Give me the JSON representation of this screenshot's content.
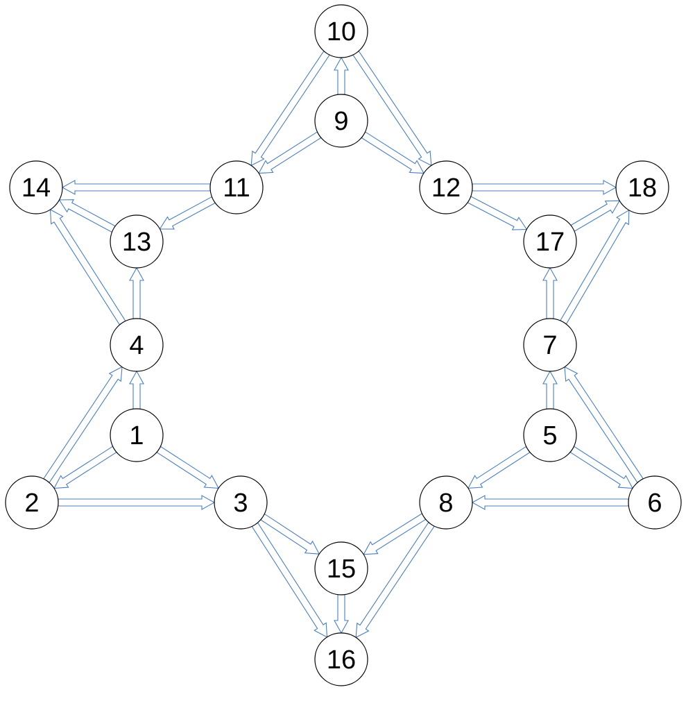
{
  "diagram": {
    "type": "directed-graph",
    "colors": {
      "arrow_outline": "#4a7ebb",
      "node_outline": "#000000",
      "background": "#ffffff"
    },
    "nodes": [
      {
        "id": "1",
        "label": "1"
      },
      {
        "id": "2",
        "label": "2"
      },
      {
        "id": "3",
        "label": "3"
      },
      {
        "id": "4",
        "label": "4"
      },
      {
        "id": "5",
        "label": "5"
      },
      {
        "id": "6",
        "label": "6"
      },
      {
        "id": "7",
        "label": "7"
      },
      {
        "id": "8",
        "label": "8"
      },
      {
        "id": "9",
        "label": "9"
      },
      {
        "id": "10",
        "label": "10"
      },
      {
        "id": "11",
        "label": "11"
      },
      {
        "id": "12",
        "label": "12"
      },
      {
        "id": "13",
        "label": "13"
      },
      {
        "id": "14",
        "label": "14"
      },
      {
        "id": "15",
        "label": "15"
      },
      {
        "id": "16",
        "label": "16"
      },
      {
        "id": "17",
        "label": "17"
      },
      {
        "id": "18",
        "label": "18"
      }
    ],
    "edges": [
      {
        "from": "1",
        "to": "2"
      },
      {
        "from": "1",
        "to": "3"
      },
      {
        "from": "1",
        "to": "4"
      },
      {
        "from": "2",
        "to": "3"
      },
      {
        "from": "2",
        "to": "4"
      },
      {
        "from": "3",
        "to": "15"
      },
      {
        "from": "3",
        "to": "16"
      },
      {
        "from": "4",
        "to": "13"
      },
      {
        "from": "4",
        "to": "14"
      },
      {
        "from": "5",
        "to": "6"
      },
      {
        "from": "5",
        "to": "7"
      },
      {
        "from": "5",
        "to": "8"
      },
      {
        "from": "6",
        "to": "7"
      },
      {
        "from": "6",
        "to": "8"
      },
      {
        "from": "7",
        "to": "17"
      },
      {
        "from": "7",
        "to": "18"
      },
      {
        "from": "8",
        "to": "15"
      },
      {
        "from": "8",
        "to": "16"
      },
      {
        "from": "9",
        "to": "10"
      },
      {
        "from": "9",
        "to": "11"
      },
      {
        "from": "9",
        "to": "12"
      },
      {
        "from": "10",
        "to": "11"
      },
      {
        "from": "10",
        "to": "12"
      },
      {
        "from": "11",
        "to": "13"
      },
      {
        "from": "11",
        "to": "14"
      },
      {
        "from": "12",
        "to": "17"
      },
      {
        "from": "12",
        "to": "18"
      },
      {
        "from": "13",
        "to": "14"
      },
      {
        "from": "15",
        "to": "16"
      },
      {
        "from": "17",
        "to": "18"
      }
    ]
  }
}
